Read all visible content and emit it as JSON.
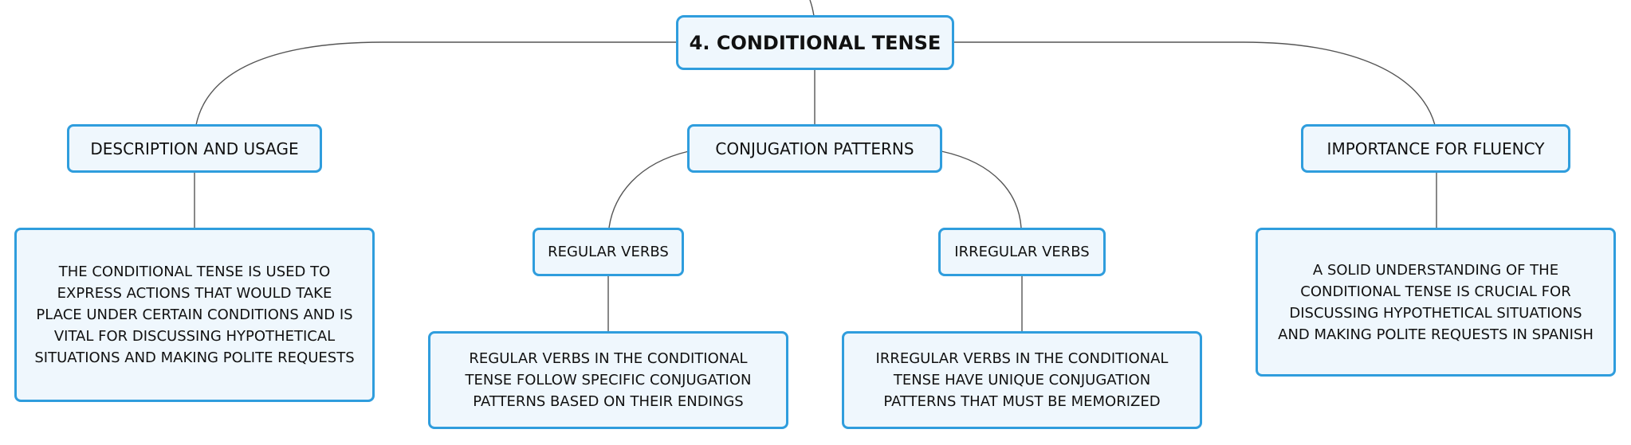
{
  "colors": {
    "node_fill": "#eff7fd",
    "node_border": "#2f9ddd",
    "connector": "#555555",
    "text": "#111111"
  },
  "root": {
    "label": "4. CONDITIONAL TENSE"
  },
  "topics": {
    "description": {
      "label": "DESCRIPTION AND USAGE",
      "detail": "THE CONDITIONAL TENSE IS USED TO EXPRESS ACTIONS THAT WOULD TAKE PLACE UNDER CERTAIN CONDITIONS AND IS VITAL FOR DISCUSSING HYPOTHETICAL SITUATIONS AND MAKING POLITE REQUESTS"
    },
    "conjugation": {
      "label": "CONJUGATION PATTERNS",
      "regular": {
        "label": "REGULAR VERBS",
        "detail": "REGULAR VERBS IN THE CONDITIONAL TENSE FOLLOW SPECIFIC CONJUGATION PATTERNS BASED ON THEIR ENDINGS"
      },
      "irregular": {
        "label": "IRREGULAR VERBS",
        "detail": "IRREGULAR VERBS IN THE CONDITIONAL TENSE HAVE UNIQUE CONJUGATION PATTERNS THAT MUST BE MEMORIZED"
      }
    },
    "fluency": {
      "label": "IMPORTANCE FOR FLUENCY",
      "detail": "A SOLID UNDERSTANDING OF THE CONDITIONAL TENSE IS CRUCIAL FOR DISCUSSING HYPOTHETICAL SITUATIONS AND MAKING POLITE REQUESTS IN SPANISH"
    }
  }
}
